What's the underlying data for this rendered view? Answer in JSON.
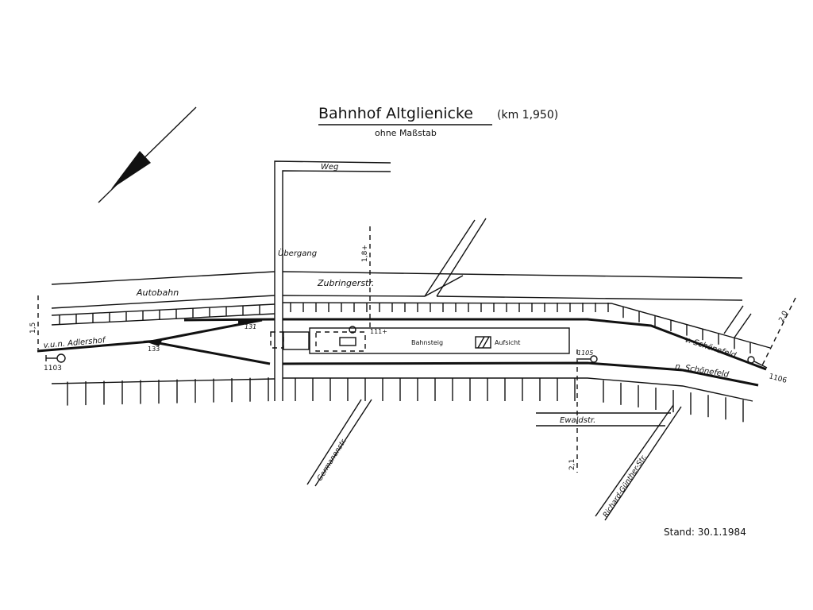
{
  "title": {
    "main": "Bahnhof  Altglienicke",
    "km": "(km 1,950)",
    "subtitle": "ohne Maßstab"
  },
  "labels": {
    "weg": "Weg",
    "uebergang": "Übergang",
    "autobahn": "Autobahn",
    "zubringer": "Zubringerstr.",
    "adlershof": "v.u.n. Adlershof",
    "switch_131": "131",
    "switch_133": "133",
    "signal_1103": "1103",
    "signal_1114": "111+",
    "signal_1105": "1105",
    "signal_1106": "1106",
    "bahnsteig": "Bahnsteig",
    "aufsicht": "Aufsicht",
    "v_schoenefeld": "v. Schönefeld",
    "n_schoenefeld": "n. Schönefeld",
    "germanen": "Germanenstr.",
    "ewald": "Ewaldstr.",
    "richard": "Richard-Günther-Str.",
    "km_left": "1,5",
    "km_18": "1,8+",
    "km_21": "2,1",
    "km_right": "2,0"
  },
  "footer": {
    "stand": "Stand: 30.1.1984"
  }
}
